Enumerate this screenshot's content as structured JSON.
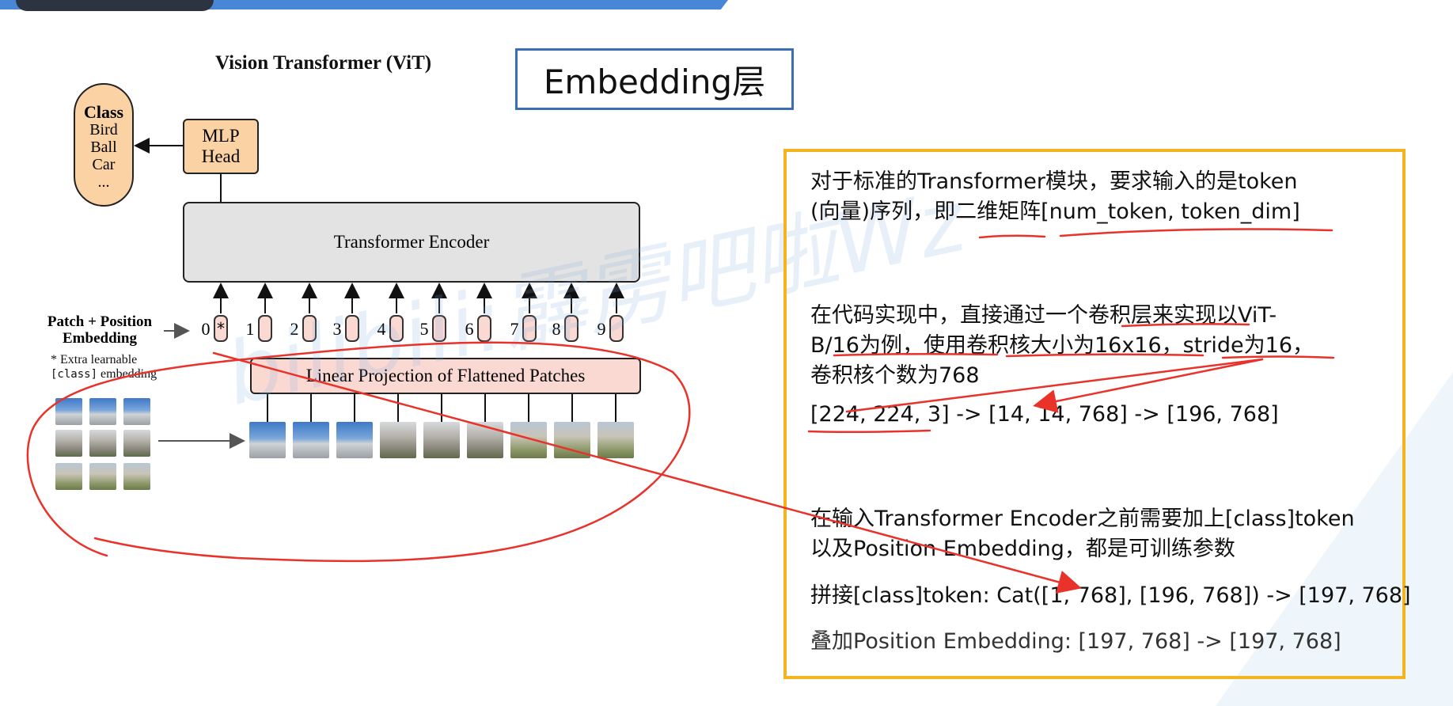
{
  "header": {
    "section_title": "Embedding层"
  },
  "diagram": {
    "title": "Vision Transformer (ViT)",
    "class_box": {
      "title": "Class",
      "items": [
        "Bird",
        "Ball",
        "Car",
        "..."
      ]
    },
    "mlp_head": {
      "line1": "MLP",
      "line2": "Head"
    },
    "encoder_label": "Transformer Encoder",
    "patch_position_label": {
      "line1": "Patch + Position",
      "line2": "Embedding"
    },
    "extra_note": {
      "prefix": "* Extra learnable",
      "mono": "[class]",
      "suffix": " embedding"
    },
    "linear_projection_label": "Linear Projection of Flattened Patches",
    "token_numbers": [
      "0",
      "1",
      "2",
      "3",
      "4",
      "5",
      "6",
      "7",
      "8",
      "9"
    ],
    "class_token_symbol": "*"
  },
  "watermark": "bilibili:霹雳吧啦Wz",
  "panel": {
    "p1_line1": "对于标准的Transformer模块，要求输入的是token",
    "p1_line2": "(向量)序列，即二维矩阵[num_token, token_dim]",
    "p2_line1": "在代码实现中，直接通过一个卷积层来实现以ViT-",
    "p2_line2": "B/16为例，使用卷积核大小为16x16，stride为16，",
    "p2_line3": "卷积核个数为768",
    "shape_line": "[224, 224, 3] -> [14, 14, 768] -> [196, 768]",
    "p3_line1": "在输入Transformer Encoder之前需要加上[class]token",
    "p3_line2": "以及Position Embedding，都是可训练参数",
    "concat_line": "拼接[class]token:   Cat([1, 768], [196, 768]) -> [197, 768]",
    "add_line": "叠加Position Embedding:   [197, 768] -> [197, 768]"
  },
  "colors": {
    "panel_border": "#f2b51f",
    "title_border": "#3a6fb5",
    "annotation_red": "#e8322a",
    "class_fill": "#fbd2a4",
    "position_fill": "#d6c6de",
    "patch_fill": "#fad9d3"
  }
}
